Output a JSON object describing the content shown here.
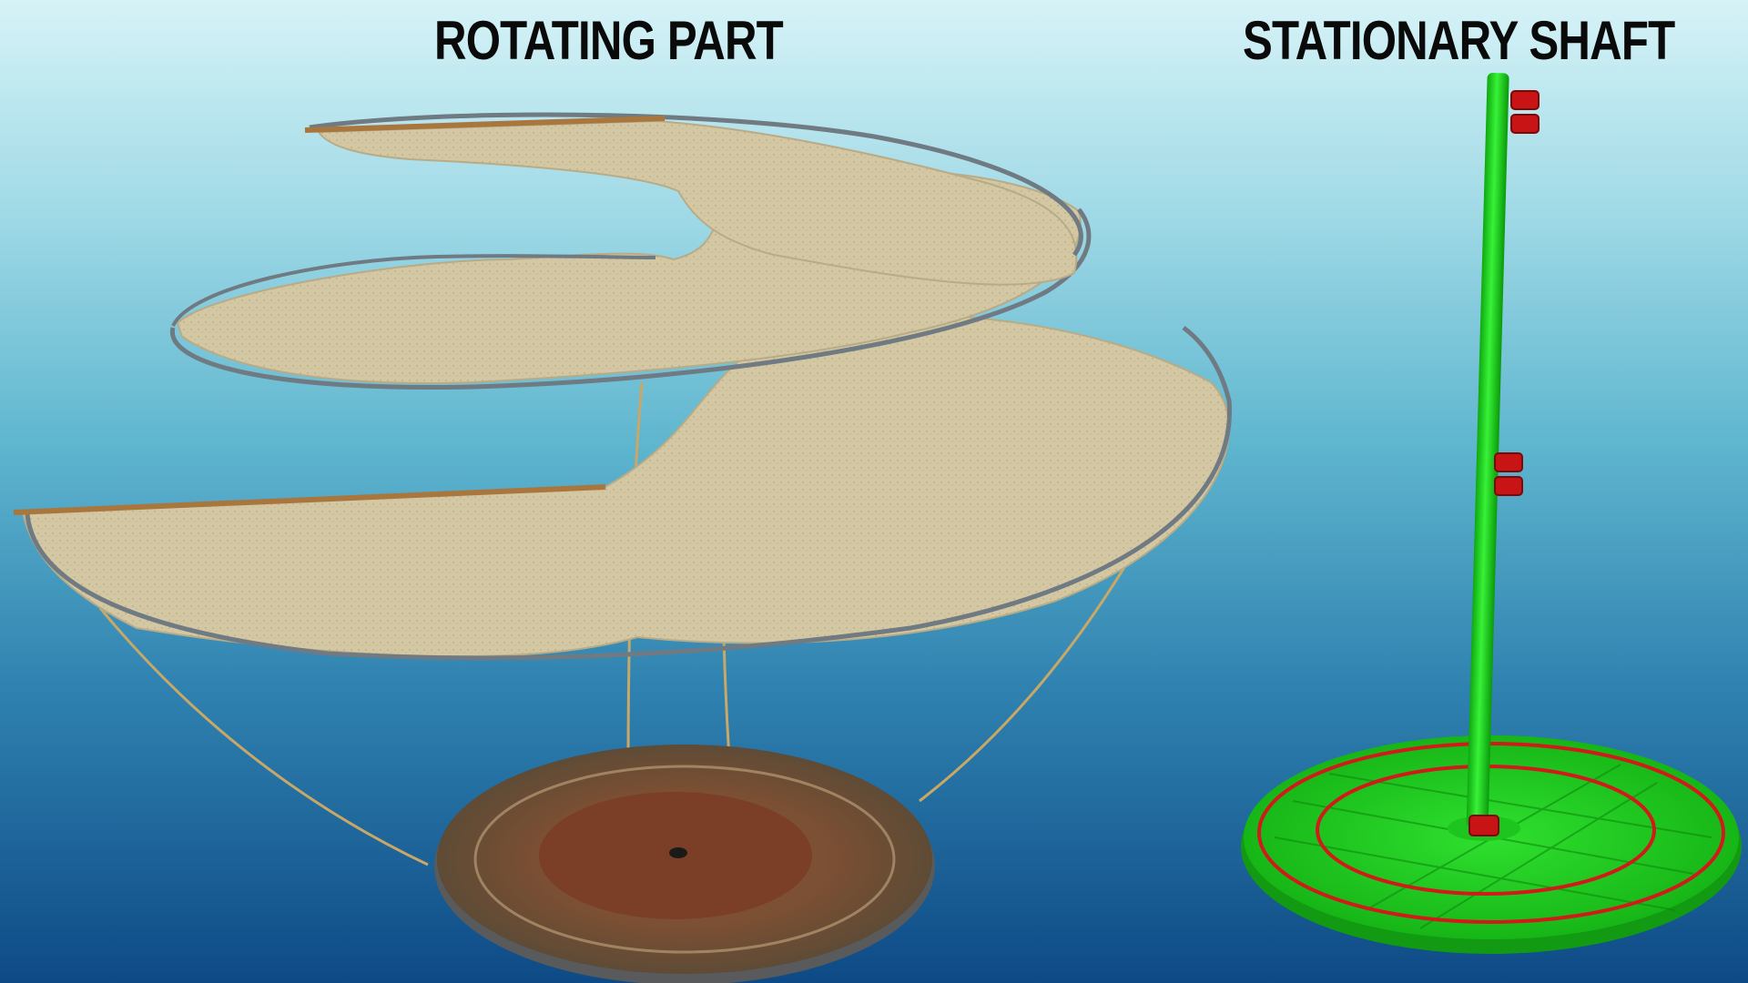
{
  "labels": {
    "rotating": "ROTATING PART",
    "stationary": "STATIONARY SHAFT"
  },
  "colors": {
    "background_top": "#d6f3f7",
    "background_bottom": "#0e4a86",
    "sail_fabric": "#d4c7a3",
    "metal_ring": "#6f7a82",
    "rope": "#c8a86a",
    "wood_base": "#7a5436",
    "shaft_green": "#22dd22",
    "shaft_rings_red": "#d11a1a"
  },
  "icons": [
    "spiral-sail-screw",
    "wooden-platform",
    "green-shaft",
    "green-base-disc"
  ]
}
